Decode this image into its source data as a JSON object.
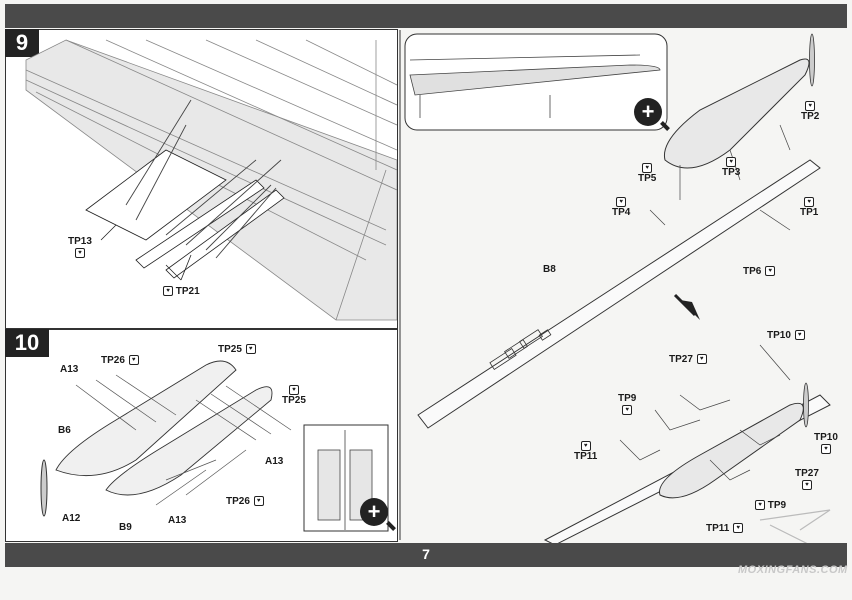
{
  "page": {
    "number": "7"
  },
  "steps": [
    {
      "number": "9"
    },
    {
      "number": "10"
    }
  ],
  "labels": {
    "step9": {
      "tp13": "TP13",
      "tp21": "TP21"
    },
    "step10": {
      "a13_top": "A13",
      "tp26_top": "TP26",
      "tp25_top": "TP25",
      "tp25_right": "TP25",
      "b6": "B6",
      "a13_mid": "A13",
      "a12": "A12",
      "b9": "B9",
      "a13_bottom": "A13",
      "tp26_bottom": "TP26"
    },
    "right_upper": {
      "tp2": "TP2",
      "tp3": "TP3",
      "tp5": "TP5",
      "tp4": "TP4",
      "tp1": "TP1",
      "tp6": "TP6",
      "b8": "B8"
    },
    "right_lower": {
      "tp10_top": "TP10",
      "tp27_top": "TP27",
      "tp9_left": "TP9",
      "tp11_left": "TP11",
      "tp10_right": "TP10",
      "tp27_right": "TP27",
      "tp9_bottom": "TP9",
      "tp11_bottom": "TP11"
    }
  },
  "icons": {
    "zoom": "+",
    "tp_glyph": "♥"
  },
  "watermark": "MOXINGFANS.COM"
}
